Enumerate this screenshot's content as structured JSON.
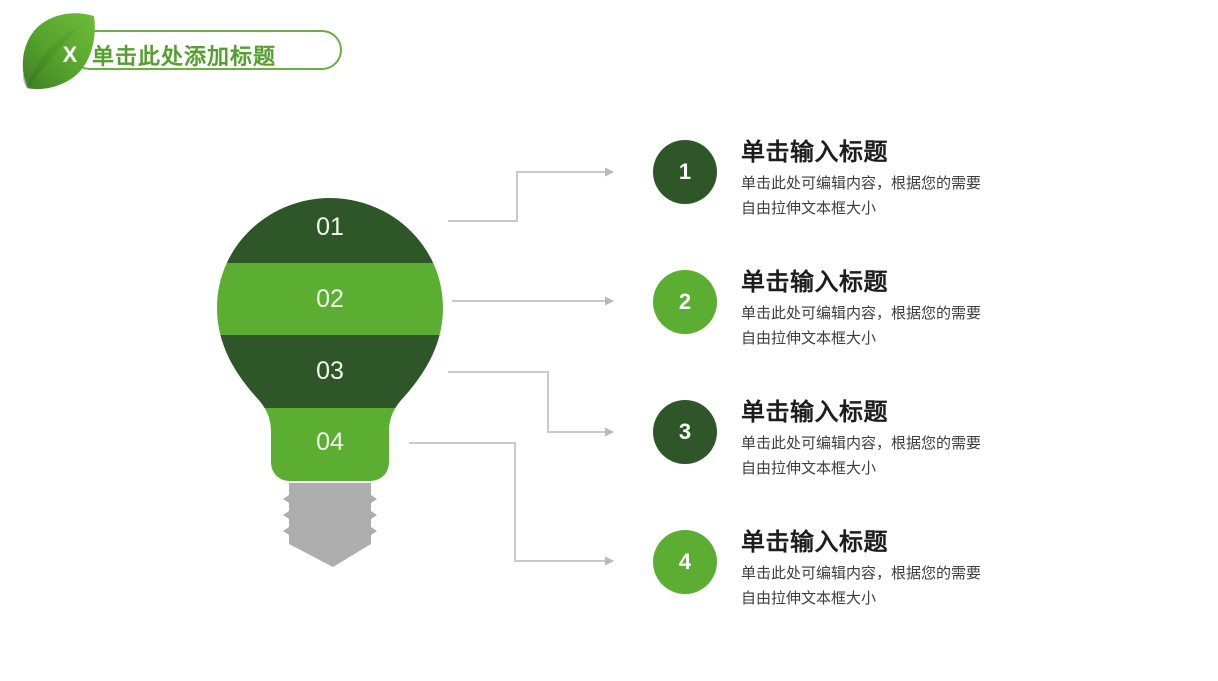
{
  "slide": {
    "background": "#ffffff",
    "accent_dark": "#2f5629",
    "accent_light": "#5bae32",
    "base_gray": "#aeaeae",
    "line_gray": "#c9c9c9"
  },
  "header": {
    "leaf_badge_label": "X",
    "title": "单击此处添加标题",
    "title_color": "#53a02f",
    "border_color": "#69b043",
    "leaf_icon": "leaf-icon"
  },
  "bulb": {
    "name": "lightbulb-diagram",
    "bands": [
      {
        "label": "01",
        "color": "#2f5629"
      },
      {
        "label": "02",
        "color": "#5bae32"
      },
      {
        "label": "03",
        "color": "#2f5629"
      },
      {
        "label": "04",
        "color": "#5bae32"
      }
    ],
    "base_color": "#aeaeae"
  },
  "connectors": {
    "color": "#c9c9c9",
    "arrow_icon": "arrow-right-icon",
    "count": 4
  },
  "items": [
    {
      "number": "1",
      "badge_color": "#2f5629",
      "title": "单击输入标题",
      "desc_line1": "单击此处可编辑内容，根据您的需要",
      "desc_line2": "自由拉伸文本框大小"
    },
    {
      "number": "2",
      "badge_color": "#5bae32",
      "title": "单击输入标题",
      "desc_line1": "单击此处可编辑内容，根据您的需要",
      "desc_line2": "自由拉伸文本框大小"
    },
    {
      "number": "3",
      "badge_color": "#2f5629",
      "title": "单击输入标题",
      "desc_line1": "单击此处可编辑内容，根据您的需要",
      "desc_line2": "自由拉伸文本框大小"
    },
    {
      "number": "4",
      "badge_color": "#5bae32",
      "title": "单击输入标题",
      "desc_line1": "单击此处可编辑内容，根据您的需要",
      "desc_line2": "自由拉伸文本框大小"
    }
  ]
}
